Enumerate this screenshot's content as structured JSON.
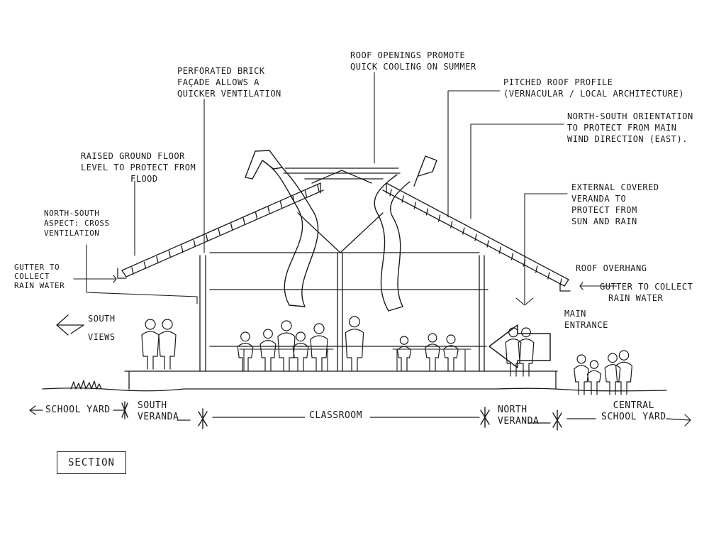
{
  "colors": {
    "ink": "#1a1a1a",
    "paper": "#ffffff"
  },
  "annotations": {
    "perforated_brick": [
      "PERFORATED BRICK",
      "FAÇADE ALLOWS A",
      "QUICKER VENTILATION"
    ],
    "roof_openings": [
      "ROOF OPENINGS PROMOTE",
      "QUICK COOLING ON SUMMER"
    ],
    "pitched_roof": [
      "PITCHED ROOF PROFILE",
      "(VERNACULAR / LOCAL ARCHITECTURE)"
    ],
    "orientation": [
      "NORTH-SOUTH ORIENTATION",
      "TO PROTECT FROM MAIN",
      "WIND DIRECTION (EAST)."
    ],
    "raised_floor": [
      "RAISED GROUND FLOOR",
      "LEVEL TO PROTECT FROM",
      "FLOOD"
    ],
    "external_veranda": [
      "EXTERNAL COVERED",
      "VERANDA TO",
      "PROTECT FROM",
      "SUN AND RAIN"
    ],
    "aspect": [
      "NORTH-SOUTH",
      "ASPECT: CROSS",
      "VENTILATION"
    ],
    "gutter_left": [
      "GUTTER TO",
      "COLLECT",
      "RAIN WATER"
    ],
    "roof_overhang": [
      "ROOF OVERHANG"
    ],
    "gutter_right": [
      "GUTTER TO COLLECT",
      "RAIN WATER"
    ],
    "south_views": [
      "SOUTH",
      "VIEWS"
    ],
    "main_entrance": [
      "MAIN",
      "ENTRANCE"
    ]
  },
  "zones": {
    "school_yard": "SCHOOL YARD",
    "south_veranda": [
      "SOUTH",
      "VERANDA"
    ],
    "classroom": "CLASSROOM",
    "north_veranda": [
      "NORTH",
      "VERANDA"
    ],
    "central_school_yard": [
      "CENTRAL",
      "SCHOOL YARD"
    ]
  },
  "title": "SECTION"
}
